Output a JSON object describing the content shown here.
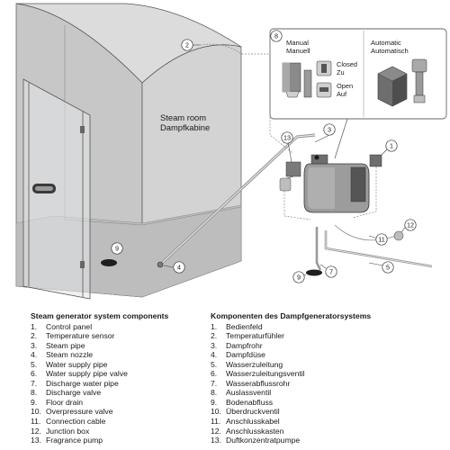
{
  "labels": {
    "room_line1": "Steam room",
    "room_line2": "Dampfkabine",
    "manual_line1": "Manual",
    "manual_line2": "Manuell",
    "automatic_line1": "Automatic",
    "automatic_line2": "Automatisch",
    "closed_line1": "Closed",
    "closed_line2": "Zu",
    "open_line1": "Open",
    "open_line2": "Auf"
  },
  "callouts": [
    "1",
    "2",
    "3",
    "4",
    "5",
    "7",
    "8",
    "9",
    "9",
    "11",
    "12",
    "13"
  ],
  "legend_en": {
    "heading": "Steam generator system components",
    "items": [
      {
        "num": "1.",
        "text": "Control panel"
      },
      {
        "num": "2.",
        "text": "Temperature sensor"
      },
      {
        "num": "3.",
        "text": "Steam pipe"
      },
      {
        "num": "4.",
        "text": "Steam nozzle"
      },
      {
        "num": "5.",
        "text": "Water supply pipe"
      },
      {
        "num": "6.",
        "text": "Water supply pipe valve"
      },
      {
        "num": "7.",
        "text": "Discharge water pipe"
      },
      {
        "num": "8.",
        "text": "Discharge valve"
      },
      {
        "num": "9.",
        "text": "Floor drain"
      },
      {
        "num": "10.",
        "text": "Overpressure valve"
      },
      {
        "num": "11.",
        "text": "Connection cable"
      },
      {
        "num": "12.",
        "text": "Junction box"
      },
      {
        "num": "13.",
        "text": "Fragrance pump"
      }
    ]
  },
  "legend_de": {
    "heading": "Komponenten des Dampfgeneratorsystems",
    "items": [
      {
        "num": "1.",
        "text": "Bedienfeld"
      },
      {
        "num": "2.",
        "text": "Temperaturfühler"
      },
      {
        "num": "3.",
        "text": "Dampfrohr"
      },
      {
        "num": "4.",
        "text": "Dampfdüse"
      },
      {
        "num": "5.",
        "text": "Wasserzuleitung"
      },
      {
        "num": "6.",
        "text": "Wasserzuleitungsventil"
      },
      {
        "num": "7.",
        "text": "Wasserabflussrohr"
      },
      {
        "num": "8.",
        "text": "Auslassventil"
      },
      {
        "num": "9.",
        "text": "Bodenabfluss"
      },
      {
        "num": "10.",
        "text": "Überdruckventil"
      },
      {
        "num": "11.",
        "text": "Anschlusskabel"
      },
      {
        "num": "12.",
        "text": "Anschlusskasten"
      },
      {
        "num": "13.",
        "text": "Duftkonzentratpumpe"
      }
    ]
  }
}
